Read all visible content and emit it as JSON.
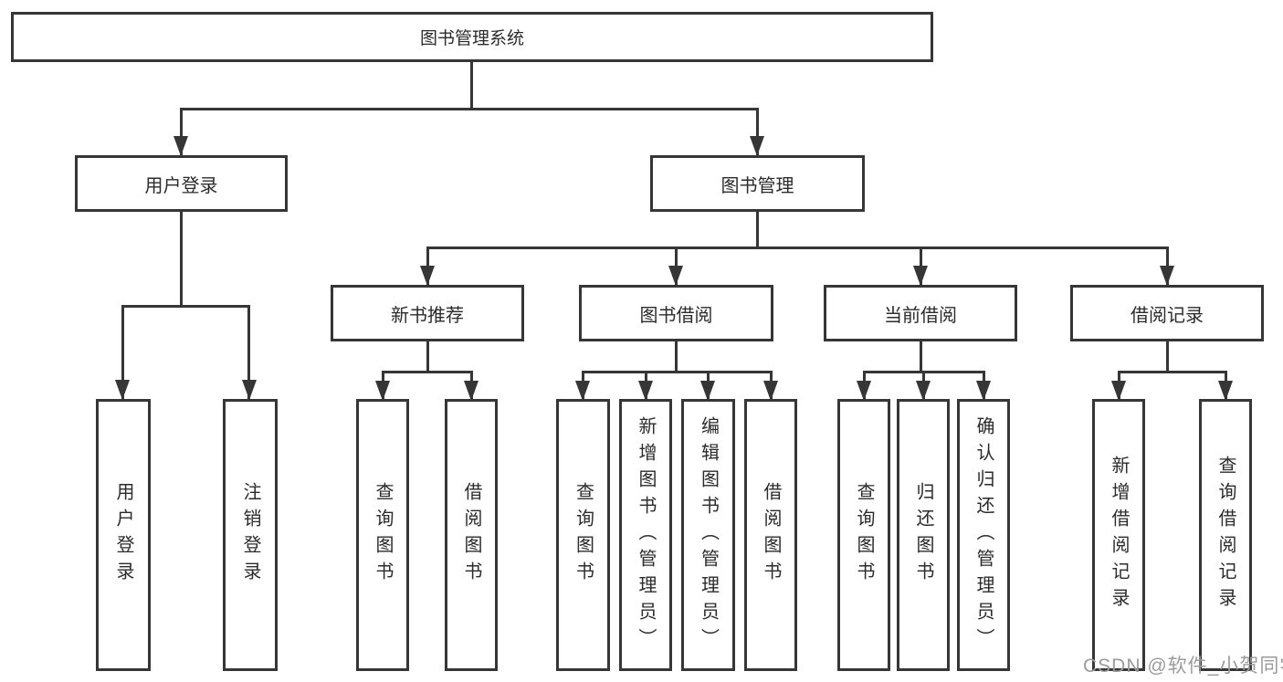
{
  "nodes": {
    "root": "图书管理系统",
    "user_login": "用户登录",
    "book_mgmt": "图书管理",
    "new_book": "新书推荐",
    "book_borrow": "图书借阅",
    "current_borrow": "当前借阅",
    "borrow_records": "借阅记录",
    "leaves": {
      "user_login": [
        "用户登录",
        "注销登录"
      ],
      "new_book": [
        "查询图书",
        "借阅图书"
      ],
      "book_borrow": [
        "查询图书",
        "新增图书（管理员）",
        "编辑图书（管理员）",
        "借阅图书"
      ],
      "current_borrow": [
        "查询图书",
        "归还图书",
        "确认归还（管理员）"
      ],
      "borrow_records": [
        "新增借阅记录",
        "查询借阅记录"
      ]
    }
  },
  "watermark": "CSDN @软件_小贺同学",
  "colors": {
    "line": "#363636",
    "text": "#2b2b2b",
    "background": "#ffffff",
    "watermark": "#9b9b9b"
  }
}
